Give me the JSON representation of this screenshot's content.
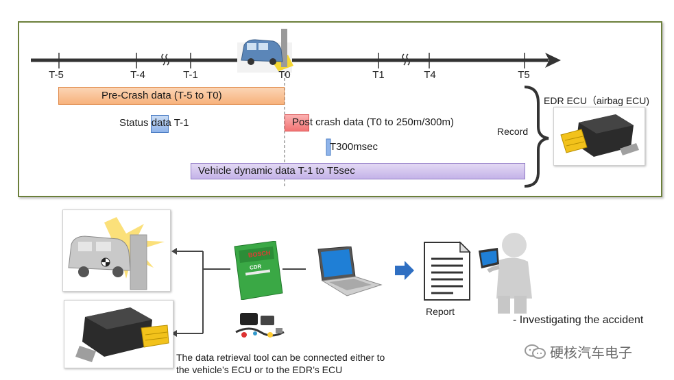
{
  "timeline": {
    "ticks": [
      "T-5",
      "T-4",
      "T-1",
      "T0",
      "T1",
      "T4",
      "T5"
    ],
    "pre_crash": "Pre-Crash data (T-5 to T0)",
    "status": "Status data T-1",
    "post_crash": "Post crash data (T0 to 250m/300m)",
    "t300": "T300msec",
    "dynamic": "Vehicle dynamic data T-1 to T5sec",
    "record": "Record",
    "edr_ecu": "EDR ECU（airbag ECU)"
  },
  "retrieval": {
    "report": "Report",
    "investigating": "- Investigating the accident",
    "caption_line1": "The data retrieval tool can be connected either to",
    "caption_line2": "the vehicle’s ECU or to the EDR’s ECU",
    "tool_brand": "BOSCH",
    "tool_model": "CDR"
  },
  "watermark": "硬核汽车电子",
  "colors": {
    "frame": "#6b7f3a",
    "pre_crash": "#f7b27c",
    "post_crash": "#f27474",
    "dynamic": "#c4b3e8",
    "status": "#8fb4ea",
    "tool": "#3aa845",
    "arrow_blue": "#2f6fc2"
  },
  "icons": [
    "car-crash-icon",
    "ecu-module-icon",
    "cdr-tool-icon",
    "tool-kit-icon",
    "laptop-icon",
    "report-document-icon",
    "investigator-figure-icon",
    "wechat-icon"
  ]
}
